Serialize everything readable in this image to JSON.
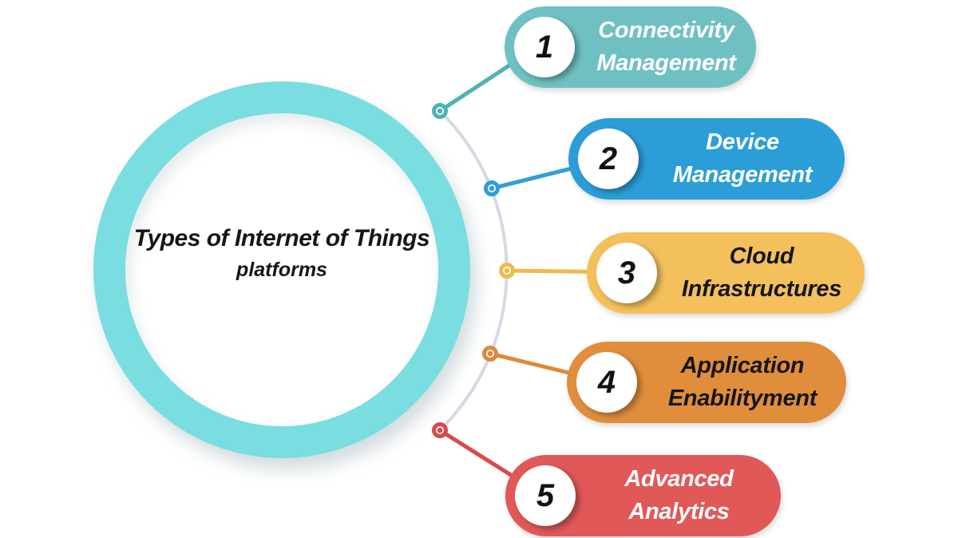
{
  "title": {
    "line1": "Types of Internet of Things",
    "line2": "platforms"
  },
  "center_circle": {
    "ring_color": "#7ADDE0"
  },
  "connector": {
    "arc_color": "#D6D9E3"
  },
  "items": [
    {
      "number": "1",
      "label": "Connectivity Management",
      "pill_color": "#6FC0C2",
      "accent_color": "#4DB3B5",
      "text_color": "#FFFFFF"
    },
    {
      "number": "2",
      "label": "Device Management",
      "pill_color": "#2B9ED8",
      "accent_color": "#2E9FD9",
      "text_color": "#FFFFFF"
    },
    {
      "number": "3",
      "label": "Cloud Infrastructures",
      "pill_color": "#F3C05C",
      "accent_color": "#EFB94C",
      "text_color": "#151515"
    },
    {
      "number": "4",
      "label": "Application Enabilityment",
      "pill_color": "#E08E3C",
      "accent_color": "#E0883A",
      "text_color": "#151515"
    },
    {
      "number": "5",
      "label": "Advanced Analytics",
      "pill_color": "#E05858",
      "accent_color": "#D94A4A",
      "text_color": "#FFFFFF"
    }
  ]
}
